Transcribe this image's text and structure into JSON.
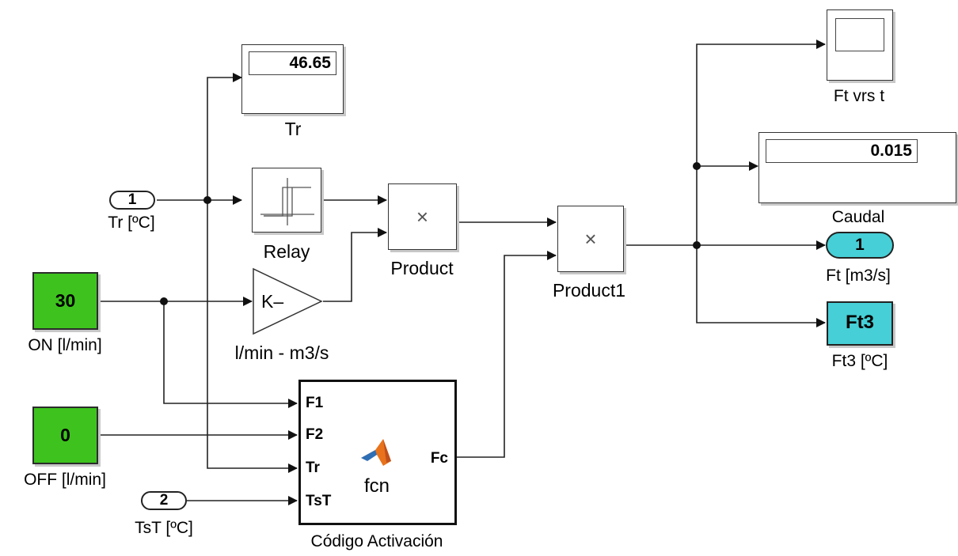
{
  "blocks": {
    "tr_display": {
      "value": "46.65",
      "label": "Tr"
    },
    "relay": {
      "label": "Relay"
    },
    "inport_tr": {
      "number": "1",
      "label": "Tr [ºC]"
    },
    "product": {
      "label": "Product",
      "symbol": "×"
    },
    "product1": {
      "label": "Product1",
      "symbol": "×"
    },
    "const_on": {
      "value": "30",
      "label": "ON [l/min]"
    },
    "gain": {
      "value": "K–",
      "label": "l/min - m3/s"
    },
    "const_off": {
      "value": "0",
      "label": "OFF [l/min]"
    },
    "inport_tst": {
      "number": "2",
      "label": "TsT [ºC]"
    },
    "matlab_fcn": {
      "label": "Código Activación",
      "fcn_name": "fcn",
      "inputs": [
        "F1",
        "F2",
        "Tr",
        "TsT"
      ],
      "output": "Fc"
    },
    "scope": {
      "label": "Ft vrs t"
    },
    "caudal_display": {
      "value": "0.015",
      "label": "Caudal"
    },
    "outport_ft": {
      "number": "1",
      "label": "Ft [m3/s]"
    },
    "goto_ft3": {
      "tag": "Ft3",
      "label": "Ft3 [ºC]"
    }
  },
  "colors": {
    "constant": "#3ec31e",
    "outport": "#46cfd6",
    "goto": "#46cfd6",
    "line": "#222222"
  }
}
